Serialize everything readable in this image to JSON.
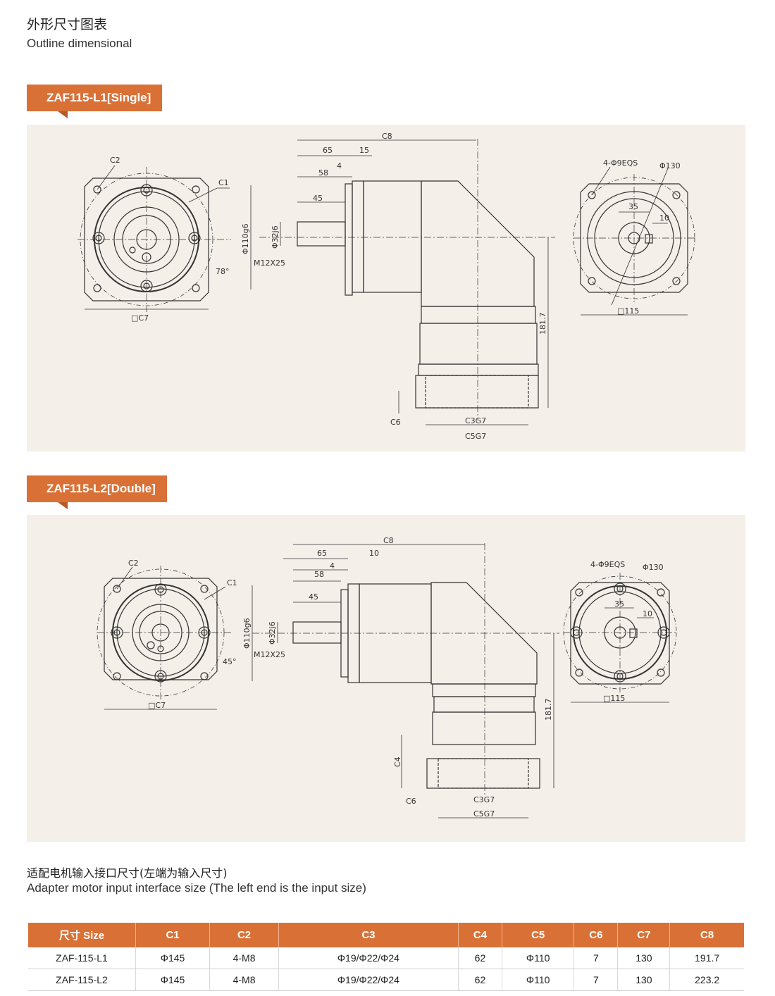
{
  "header": {
    "title_cn": "外形尺寸图表",
    "title_en": "Outline dimensional"
  },
  "models": [
    {
      "tag": "ZAF115-L1[Single]",
      "left": {
        "c2": "C2",
        "c1": "C1",
        "c7": "□C7",
        "angle": "78°"
      },
      "side": {
        "c8": "C8",
        "d65": "65",
        "d15": "15",
        "d4": "4",
        "d58": "58",
        "d45": "45",
        "d110": "Φ110g6",
        "d32": "Φ32j6",
        "m12": "M12X25",
        "h181": "181.7",
        "c6": "C6",
        "c3": "C3G7",
        "c5": "C5G7"
      },
      "right": {
        "holes": "4-Φ9EQS",
        "d130": "Φ130",
        "d35": "35",
        "d10": "10",
        "sq115": "□115"
      }
    },
    {
      "tag": "ZAF115-L2[Double]",
      "left": {
        "c2": "C2",
        "c1": "C1",
        "c7": "□C7",
        "angle": "45°"
      },
      "side": {
        "c8": "C8",
        "d65": "65",
        "d10": "10",
        "d4": "4",
        "d58": "58",
        "d45": "45",
        "d110": "Φ110g6",
        "d32": "Φ32j6",
        "m12": "M12X25",
        "h181": "181.7",
        "c4": "C4",
        "c6": "C6",
        "c3": "C3G7",
        "c5": "C5G7"
      },
      "right": {
        "holes": "4-Φ9EQS",
        "d130": "Φ130",
        "d35": "35",
        "d10": "10",
        "sq115": "□115"
      }
    }
  ],
  "adapter": {
    "title_cn": "适配电机输入接口尺寸(左端为输入尺寸)",
    "title_en": "Adapter motor input interface size (The left end is the input size)"
  },
  "table": {
    "headers": [
      "尺寸 Size",
      "C1",
      "C2",
      "C3",
      "C4",
      "C5",
      "C6",
      "C7",
      "C8"
    ],
    "rows": [
      [
        "ZAF-115-L1",
        "Φ145",
        "4-M8",
        "Φ19/Φ22/Φ24",
        "62",
        "Φ110",
        "7",
        "130",
        "191.7"
      ],
      [
        "ZAF-115-L2",
        "Φ145",
        "4-M8",
        "Φ19/Φ22/Φ24",
        "62",
        "Φ110",
        "7",
        "130",
        "223.2"
      ]
    ]
  }
}
